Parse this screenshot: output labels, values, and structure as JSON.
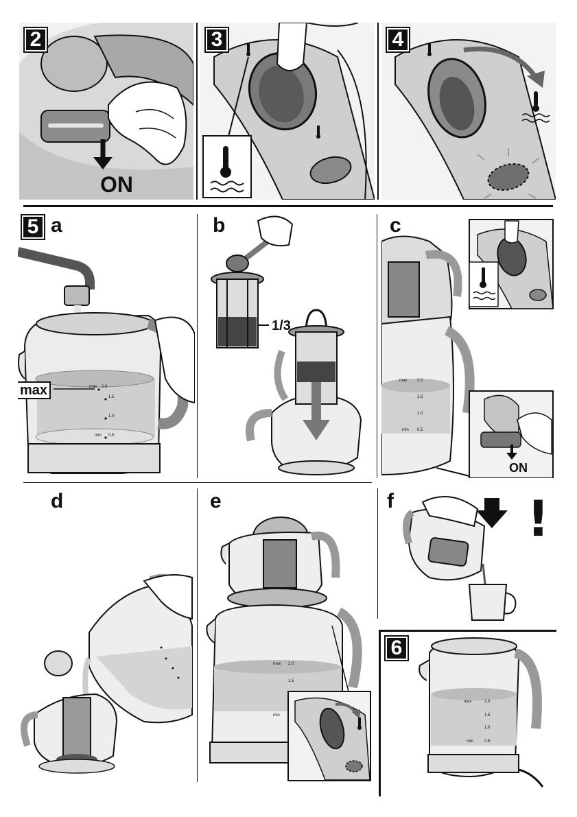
{
  "steps": {
    "s2": {
      "badge": "2",
      "caption": "ON"
    },
    "s3": {
      "badge": "3"
    },
    "s4": {
      "badge": "4"
    },
    "s5": {
      "badge": "5",
      "a": {
        "letter": "a",
        "label": "max",
        "scale": [
          "max",
          "2.0",
          "1.5",
          "1.0",
          "min",
          "0.5"
        ]
      },
      "b": {
        "letter": "b",
        "label": "1/3"
      },
      "c": {
        "letter": "c",
        "caption": "ON",
        "scale": [
          "max",
          "2.0",
          "1.5",
          "1.0",
          "min",
          "0.5"
        ]
      },
      "d": {
        "letter": "d"
      },
      "e": {
        "letter": "e",
        "scale": [
          "max",
          "2.0",
          "1.5",
          "min"
        ]
      },
      "f": {
        "letter": "f",
        "warning": "!"
      }
    },
    "s6": {
      "badge": "6",
      "scale": [
        "max",
        "2.0",
        "1.5",
        "1.0",
        "min",
        "0.5"
      ]
    }
  },
  "icons": [
    "thermometer-wave-icon",
    "arrow-down-icon",
    "curved-arrow-icon",
    "exclamation-icon",
    "glow-icon"
  ],
  "colors": {
    "ink": "#111111",
    "grey_light": "#e2e2e2",
    "grey_mid": "#b9b9b9",
    "grey_dark": "#6f6f6f",
    "water": "#cfcfcf"
  }
}
